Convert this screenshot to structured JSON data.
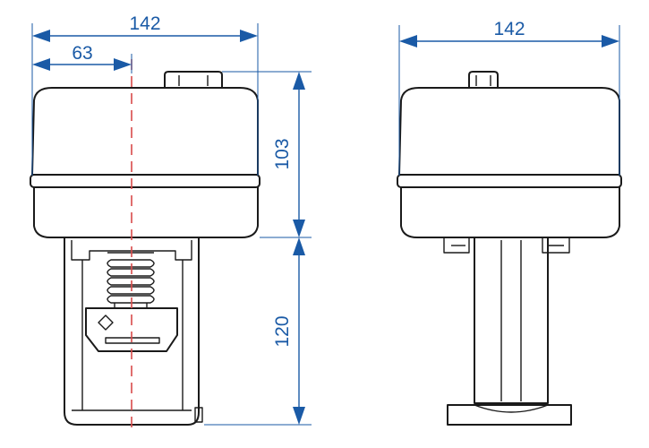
{
  "dimensions": {
    "front_width": "142",
    "front_axis_offset": "63",
    "front_head_height": "103",
    "front_yoke_height": "120",
    "side_width": "142"
  },
  "colors": {
    "outline": "#1a1a1a",
    "dimension": "#1a5aa6",
    "centerline": "#d94a4a",
    "background": "#ffffff"
  }
}
